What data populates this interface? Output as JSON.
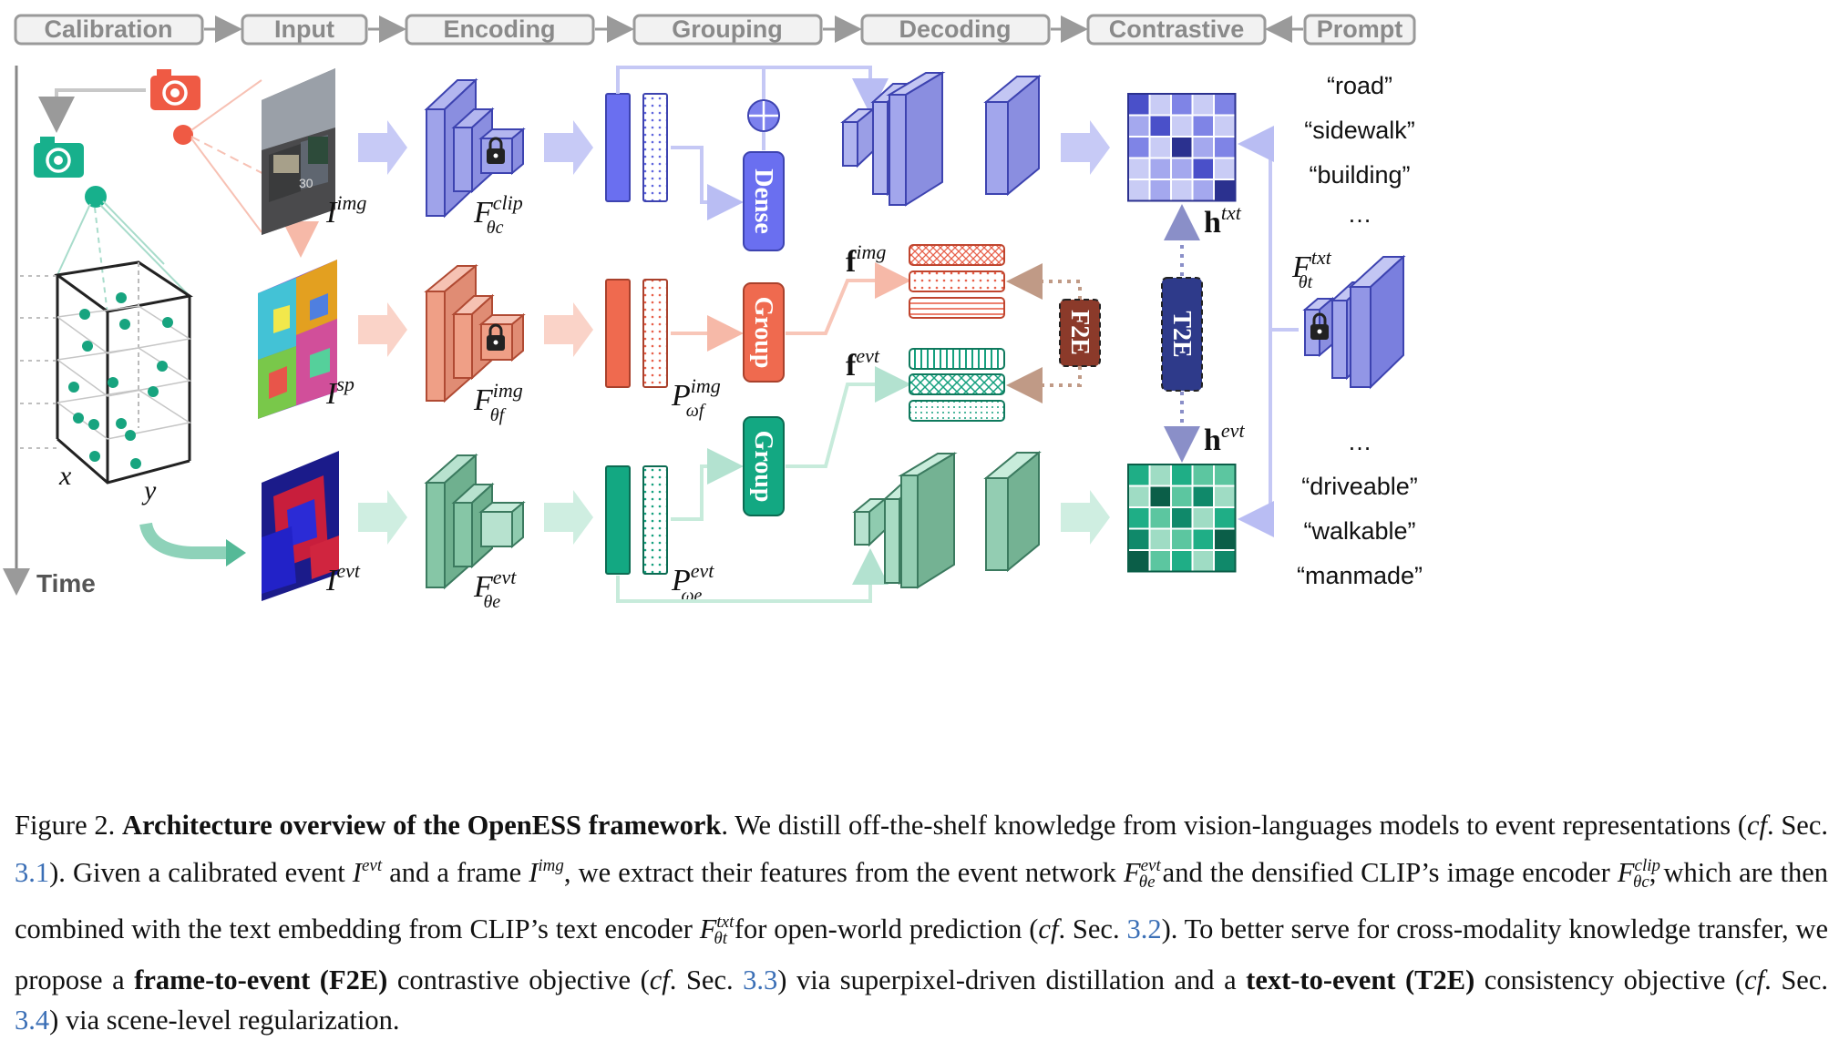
{
  "stages": [
    "Calibration",
    "Input",
    "Encoding",
    "Grouping",
    "Decoding",
    "Contrastive",
    "Prompt"
  ],
  "labels": {
    "time": "Time",
    "axis_x": "x",
    "axis_y": "y",
    "input_img": {
      "base": "I",
      "sup": "img"
    },
    "input_sp": {
      "base": "I",
      "sup": "sp"
    },
    "input_evt": {
      "base": "I",
      "sup": "evt"
    },
    "enc_clip": {
      "base": "F",
      "sup": "clip",
      "sub": "θc"
    },
    "enc_img": {
      "base": "F",
      "sup": "img",
      "sub": "θf"
    },
    "enc_evt": {
      "base": "F",
      "sup": "evt",
      "sub": "θe"
    },
    "proj_img": {
      "base": "P",
      "sup": "img",
      "sub": "ωf"
    },
    "proj_evt": {
      "base": "P",
      "sup": "evt",
      "sub": "ωe"
    },
    "dense": "Dense",
    "group_img": "Group",
    "group_evt": "Group",
    "f_img": {
      "base": "f",
      "sup": "img"
    },
    "f_evt": {
      "base": "f",
      "sup": "evt"
    },
    "f2e": "F2E",
    "t2e": "T2E",
    "h_txt": {
      "base": "h",
      "sup": "txt"
    },
    "h_evt": {
      "base": "h",
      "sup": "evt"
    },
    "enc_txt": {
      "base": "F",
      "sup": "txt",
      "sub": "θt"
    }
  },
  "prompts_top": [
    "“road”",
    "“sidewalk”",
    "“building”",
    "…"
  ],
  "prompts_bottom": [
    "…",
    "“driveable”",
    "“walkable”",
    "“manmade”"
  ],
  "colors": {
    "blue": "#7b80e8",
    "red": "#ef6a4f",
    "green": "#17b08c",
    "salmon": "#f0a088",
    "teal": "#6db79b",
    "f2e": "#8b3a2a",
    "t2e": "#2e3a8a"
  },
  "caption": {
    "fig_label": "Figure 2.",
    "title": "Architecture overview of the OpenESS framework",
    "t1": ". We distill off-the-shelf knowledge from vision-languages models to event representations (",
    "cf": "cf",
    "sec": ". Sec. ",
    "ref1": "3.1",
    "t2": "). Given a calibrated event ",
    "t3": " and a frame ",
    "t4": ", we extract their features from the event network ",
    "t5": " and the densified CLIP’s image encoder ",
    "t6": ", which are then combined with the text embedding from CLIP’s text encoder ",
    "t7": " for open-world prediction (",
    "ref2": "3.2",
    "t8": "). To better serve for cross-modality knowledge transfer, we propose a ",
    "f2e_bold": "frame-to-event (F2E)",
    "t9": " contrastive objective (",
    "ref3": "3.3",
    "t10": ") via superpixel-driven distillation and a ",
    "t2e_bold": "text-to-event (T2E)",
    "t11": " consistency objective (",
    "ref4": "3.4",
    "t12": ") via scene-level regularization."
  }
}
